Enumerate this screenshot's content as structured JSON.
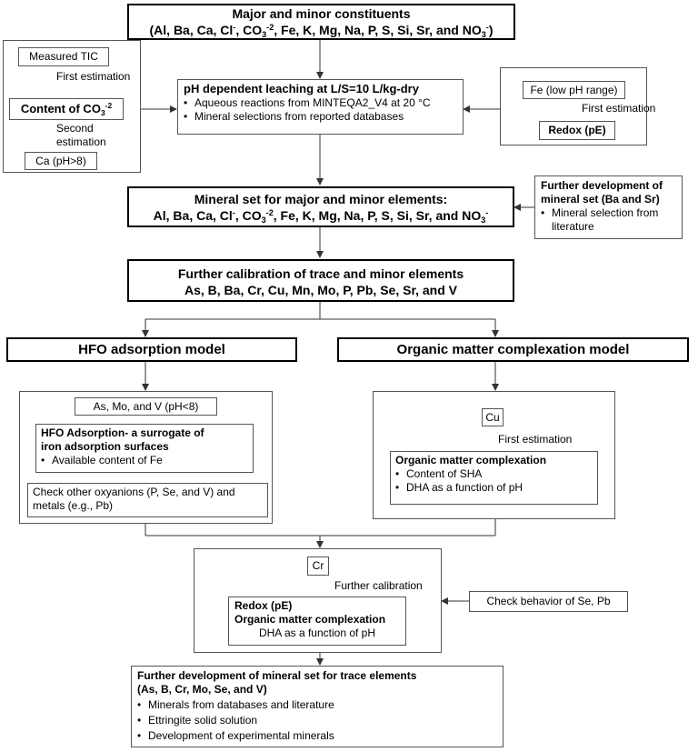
{
  "top": {
    "title": "Major and minor constituents",
    "elems_a": "(Al, Ba, Ca, Cl",
    "elems_b": ", CO",
    "elems_c": "3",
    "elems_d": "-2",
    "elems_e": ", Fe, K, Mg, Na, P, S, Si, Sr, and NO",
    "elems_f": "3",
    "elems_g": "-",
    "elems_h": ")",
    "sup_minus": "-"
  },
  "left_panel": {
    "measured_tic": "Measured TIC",
    "first_estimation": "First estimation",
    "content_label": "Content of CO",
    "content_sub": "3",
    "content_sup": "-2",
    "second_estimation": "Second estimation",
    "ca_ph": "Ca (pH>8)"
  },
  "leach": {
    "title": "pH dependent leaching at L/S=10 L/kg-dry",
    "bullet1": "Aqueous reactions from MINTEQA2_V4 at 20 °C",
    "bullet2": "Mineral selections from reported databases"
  },
  "right_panel": {
    "fe_low": "Fe (low pH range)",
    "first_estimation": "First estimation",
    "redox": "Redox (pE)"
  },
  "mineral_set": {
    "title": "Mineral set for major and minor elements:",
    "elems_a": "Al, Ba, Ca, Cl",
    "elems_b": ", CO",
    "elems_c": "3",
    "elems_d": "-2",
    "elems_e": ", Fe, K, Mg, Na, P, S, Si, Sr, and NO",
    "elems_f": "3",
    "elems_g": "-",
    "sup_minus": "-"
  },
  "further_dev_ba_sr": {
    "title_line1": "Further development of",
    "title_line2": "mineral set (Ba and Sr)",
    "bullet_line1": "Mineral selection from",
    "bullet_line2": "literature"
  },
  "calibration": {
    "title": "Further calibration of trace and minor elements",
    "elems": "As, B, Ba, Cr, Cu, Mn, Mo, P, Pb, Se, Sr, and V"
  },
  "hfo": {
    "title": "HFO adsorption model",
    "as_mo_v": "As, Mo, and V (pH<8)",
    "adsorption_line1": "HFO Adsorption- a surrogate of",
    "adsorption_line2": "iron adsorption surfaces",
    "adsorption_bullet": "Available content of Fe",
    "check_line1": "Check other oxyanions (P, Se, and V) and",
    "check_line2": "metals (e.g., Pb)"
  },
  "organic": {
    "title": "Organic matter complexation model",
    "cu": "Cu",
    "first_estimation": "First estimation",
    "complex_title": "Organic matter complexation",
    "bullet1": "Content of SHA",
    "bullet2": "DHA as a function of pH"
  },
  "cr_section": {
    "cr": "Cr",
    "further_calibration": "Further calibration",
    "redox": "Redox (pE)",
    "complexation": "Organic matter complexation",
    "dha": "DHA as a function of pH",
    "check_behavior": "Check behavior of Se, Pb"
  },
  "final": {
    "title_line1": "Further development of mineral set for trace elements",
    "title_line2": "(As, B, Cr, Mo, Se, and V)",
    "bullet1": "Minerals from databases and literature",
    "bullet2": "Ettringite solid solution",
    "bullet3": "Development of experimental minerals"
  }
}
